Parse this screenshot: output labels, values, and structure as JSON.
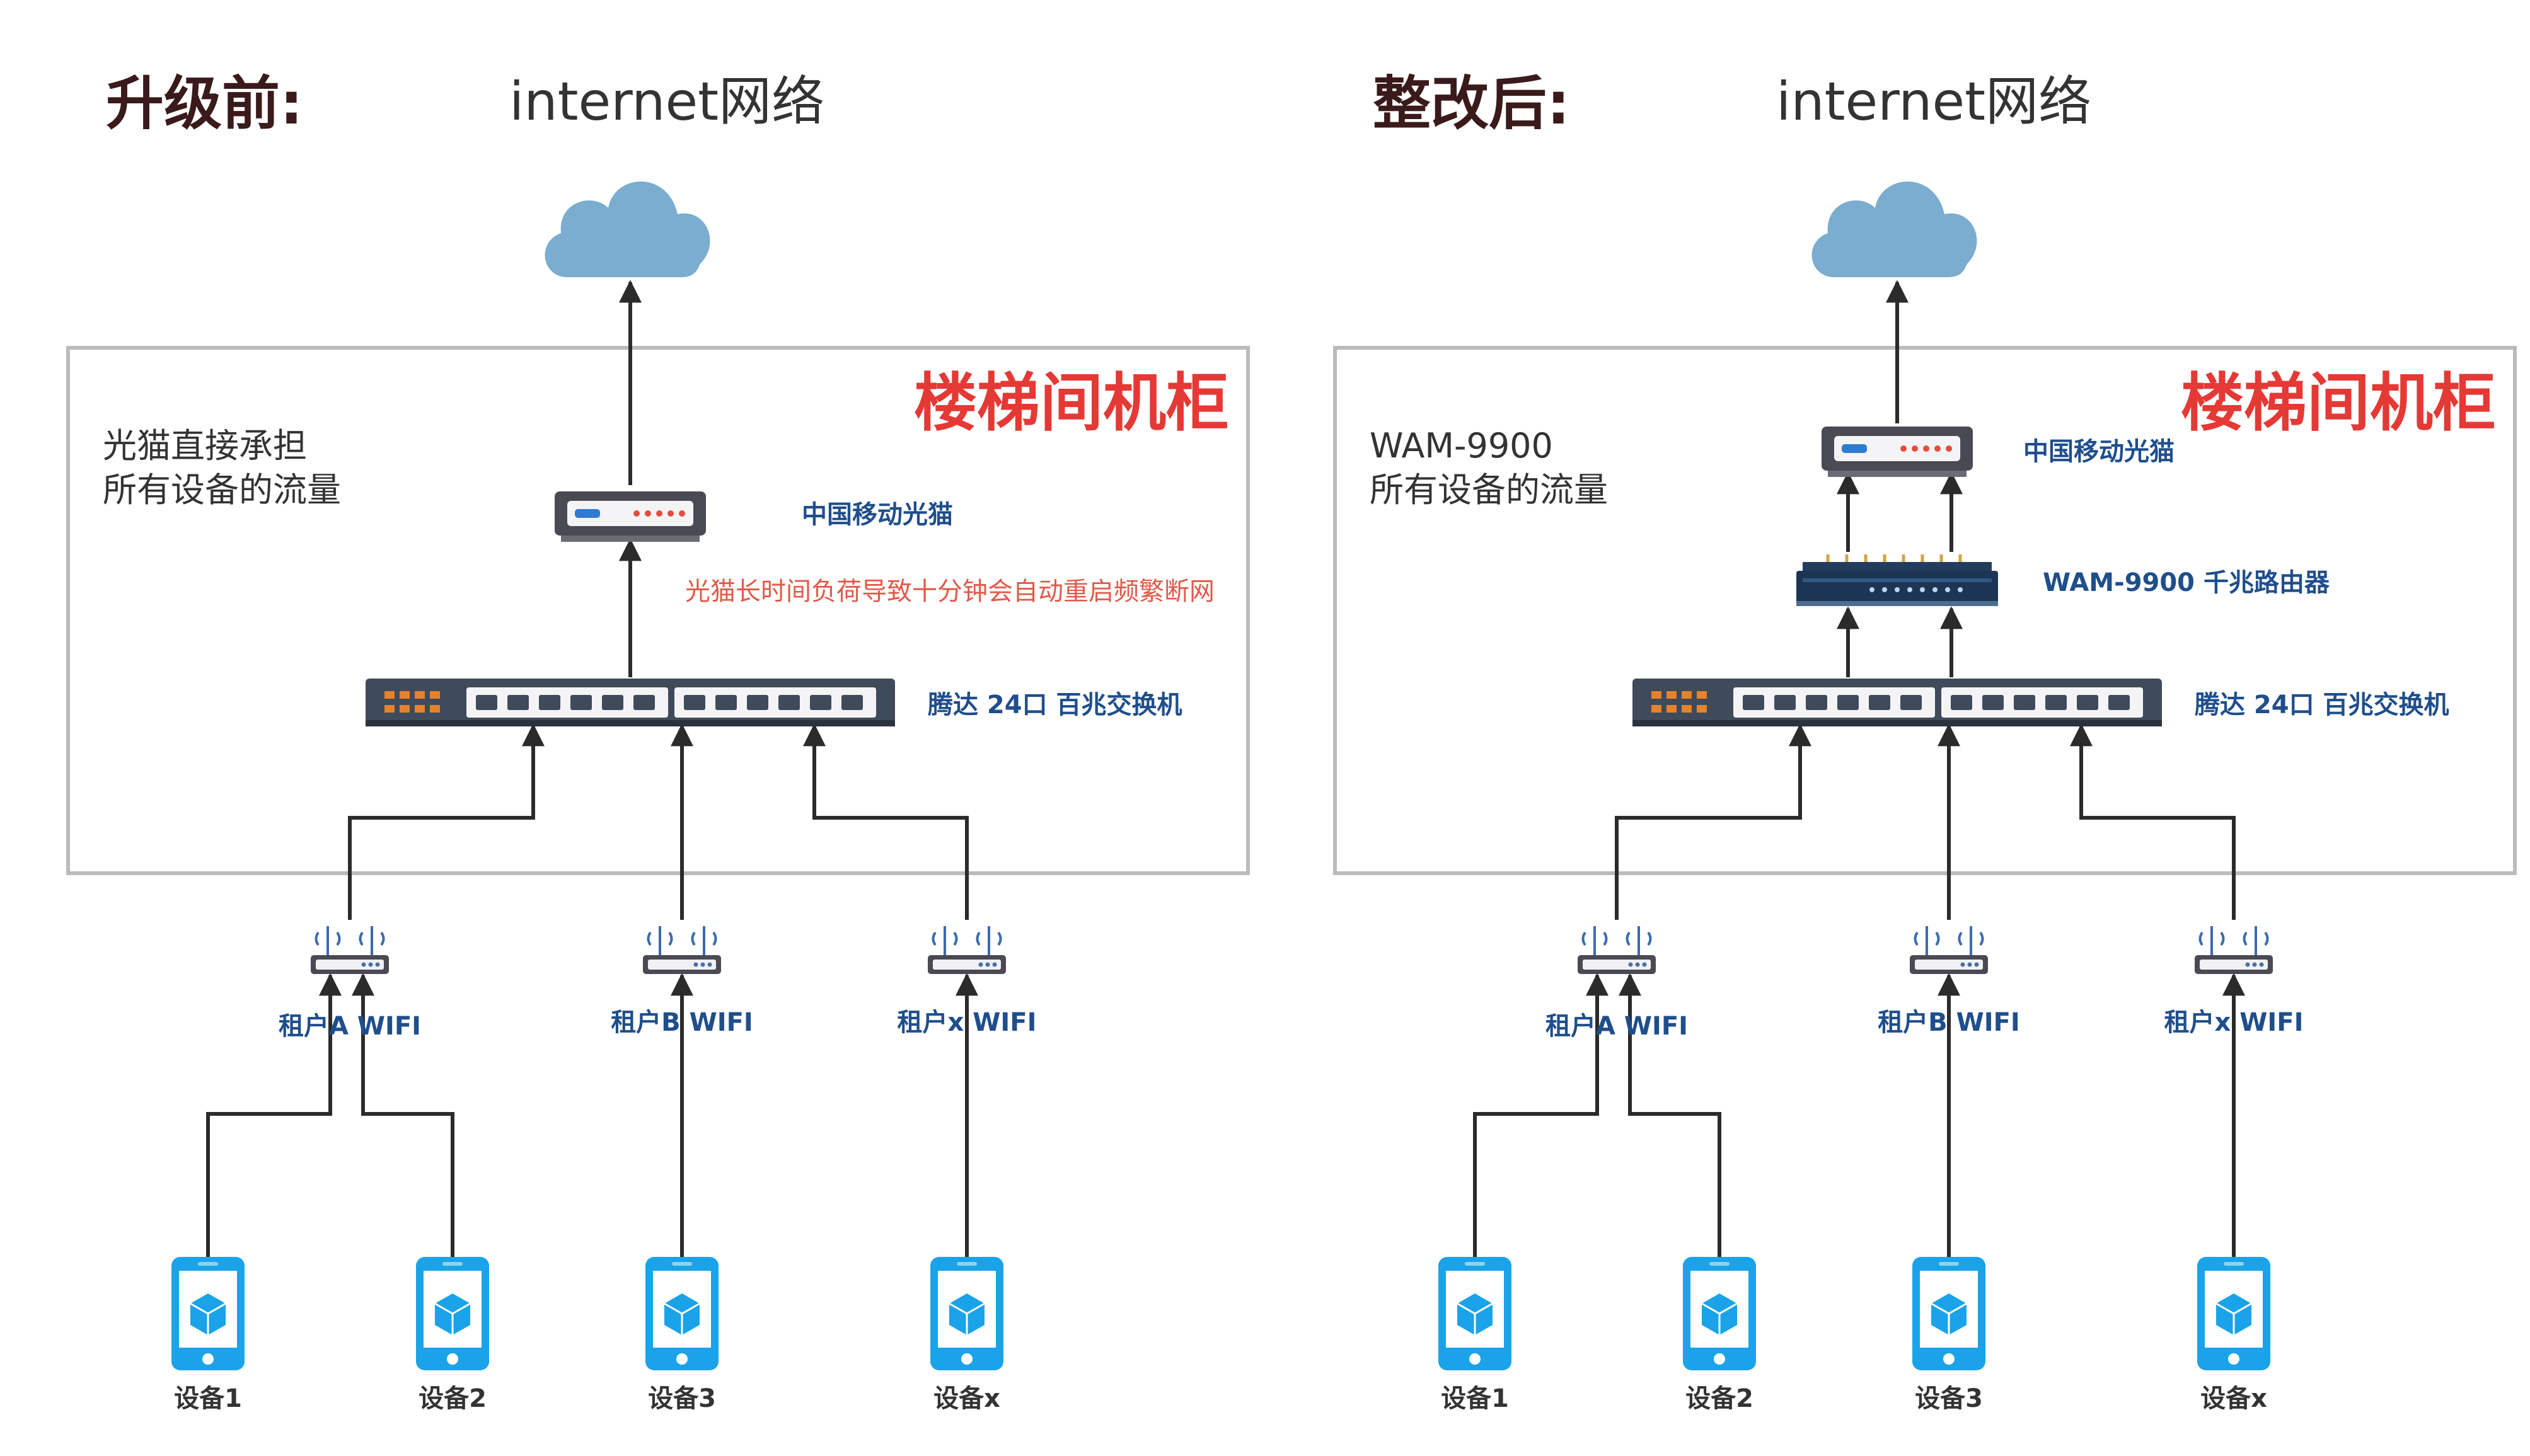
{
  "colors": {
    "cabinet": "#e53935",
    "label": "#1f4e8c",
    "warning": "#e05a4a",
    "cloud": "#7aadcf",
    "phone": "#1aa3e8"
  },
  "left": {
    "title": "升级前:",
    "internet": "internet网络",
    "cabinet": "楼梯间机柜",
    "desc_line1": "光猫直接承担",
    "desc_line2": "所有设备的流量",
    "modem_label": "中国移动光猫",
    "warning": "光猫长时间负荷导致十分钟会自动重启频繁断网",
    "switch_label": "腾达 24口 百兆交换机",
    "wifi": [
      "租户A WIFI",
      "租户B WIFI",
      "租户x WIFI"
    ],
    "devices": [
      "设备1",
      "设备2",
      "设备3",
      "设备x"
    ]
  },
  "right": {
    "title": "整改后:",
    "internet": "internet网络",
    "cabinet": "楼梯间机柜",
    "desc_line1": "WAM-9900",
    "desc_line2": "所有设备的流量",
    "modem_label": "中国移动光猫",
    "router_label": "WAM-9900 千兆路由器",
    "switch_label": "腾达 24口 百兆交换机",
    "wifi": [
      "租户A WIFI",
      "租户B WIFI",
      "租户x WIFI"
    ],
    "devices": [
      "设备1",
      "设备2",
      "设备3",
      "设备x"
    ]
  }
}
